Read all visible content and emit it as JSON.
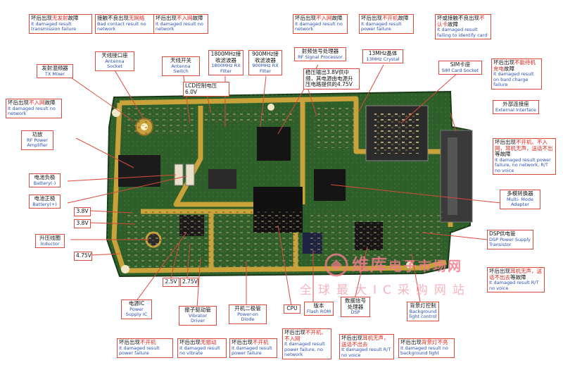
{
  "labels": {
    "tx_fail": {
      "pre": "坏后出现",
      "red": "无发射",
      "post": "故障",
      "en": "It damaged result transmission failure"
    },
    "contact_fail": {
      "pre": "接触不良出现",
      "red": "无网络",
      "post": "",
      "en": "Bad contact result no network"
    },
    "no_net_top1": {
      "pre": "坏后出现",
      "red": "不入网",
      "post": "故障",
      "en": "It damaged result no network"
    },
    "no_net_top2": {
      "pre": "坏后出现",
      "red": "不入网",
      "post": "故障",
      "en": "It damaged result no network"
    },
    "power_fail_top": {
      "pre": "坏后出现",
      "red": "不开机",
      "post": "故障",
      "en": "It damaged result power failure"
    },
    "card_fail": {
      "pre": "坏或接触不良出现",
      "red": "不认卡",
      "post": "故障",
      "en": "It damaged result failing to identify card"
    },
    "tx_mixer": {
      "zh": "发射混频器",
      "en": "TX Mixer"
    },
    "antenna_socket": {
      "zh": "天线接口座",
      "en": "Antenna Socket"
    },
    "antenna_switch": {
      "zh": "天线开关",
      "en": "Antenna Switch"
    },
    "filter_1800": {
      "zh": "1800MHz接收滤波器",
      "en": "1800MHz RX Filter"
    },
    "filter_900": {
      "zh": "900MHz接收滤波器",
      "en": "900MHz RX Filter"
    },
    "rf_processor": {
      "zh": "射频信号处理器",
      "en": "RF Signal Processor"
    },
    "crystal": {
      "zh": "13MHz晶体",
      "en": "13MHz Crystal"
    },
    "sim_socket": {
      "zh": "SIM卡座",
      "en": "SIM Card Socket"
    },
    "charge_fail": {
      "pre": "坏后出现",
      "red": "不能待机充电",
      "post": "故障",
      "en": "It damaged result on bard charge failure"
    },
    "lcd_voltage": {
      "zh": "LCD控制电压6.0V"
    },
    "boost_note": {
      "zh": "稳压输出3.8V供中频，其电源由电源升压电路提供的4.75V"
    },
    "no_net_left": {
      "pre": "坏后出现",
      "red": "不入网",
      "post": "故障",
      "en": "It damaged result no network"
    },
    "pa": {
      "zh": "功放",
      "en": "RF Power Amplifier"
    },
    "external_interface": {
      "zh": "外部连接座",
      "en": "External Interface"
    },
    "multi_fail": {
      "pre": "坏后出现",
      "red": "不开机、不入网，耳机无声，送话不出",
      "post": "等故障",
      "en": "It damaged result power failure, no network, R/T no voice"
    },
    "battery_neg": {
      "zh": "电池负极",
      "en": "Battery(-)"
    },
    "battery_pos": {
      "zh": "电池正极",
      "en": "Battery(+)"
    },
    "multi_mode_adapter": {
      "zh": "多模转换器",
      "en": "Multi- Mode Adapter"
    },
    "v38a": {
      "zh": "3.8V"
    },
    "v38b": {
      "zh": "3.8V"
    },
    "inductor": {
      "zh": "升压线圈",
      "en": "Inductor"
    },
    "v475": {
      "zh": "4.75V"
    },
    "dsp_transistor": {
      "zh": "DSP供电管",
      "en": "DSP Power Supply Transistor"
    },
    "rt_fail_right": {
      "pre": "坏后出现",
      "red": "耳机无声，送话不出去",
      "post": "等故障",
      "en": "It damaged result R/T no voice"
    },
    "v25": {
      "zh": "2.5V"
    },
    "v275": {
      "zh": "2.75V"
    },
    "power_ic": {
      "zh": "电源IC",
      "en": "Power Supply IC"
    },
    "vibrator_driver": {
      "zh": "振子驱动管",
      "en": "Vibrator Driver"
    },
    "poweron_diode": {
      "zh": "开机二极管",
      "en": "Power-on Diode"
    },
    "cpu": {
      "zh": "CPU"
    },
    "flash_rom": {
      "zh": "版本",
      "en": "Flash ROM"
    },
    "dsp": {
      "zh": "数据信号处理器",
      "en": "DSP"
    },
    "backlight": {
      "zh": "背景灯控制",
      "en": "Background light control"
    },
    "power_fail_b1": {
      "pre": "坏后出现",
      "red": "不开机",
      "post": "",
      "en": "It damaged result power failure"
    },
    "vibrate_fail": {
      "pre": "坏后出现",
      "red": "无振动",
      "post": "",
      "en": "It damaged result no vibrate"
    },
    "power_fail_b2": {
      "pre": "坏后出现",
      "red": "不开机",
      "post": "",
      "en": "It damaged result power failure"
    },
    "multi_fail_b": {
      "pre": "坏后出现",
      "red": "不开机、不入网",
      "post": "",
      "en": "It damaged result power failure, no network"
    },
    "rt_fail_b": {
      "pre": "坏后出现",
      "red": "耳机无声，送话不出去",
      "post": "",
      "en": "It damaged result R/T no voice"
    },
    "backlight_fail": {
      "pre": "坏后出现",
      "red": "背景灯不亮",
      "post": "",
      "en": "It damaged result no background light"
    }
  },
  "watermark": {
    "line1_cn": "维库",
    "line1_en": "电子市场网",
    "line2": "全球最大IC采购网站"
  },
  "colors": {
    "board_green": "#2e5e2a",
    "gold": "#c9a23a",
    "leader": "#d94a3a",
    "red_text": "#e0231b",
    "blue_text": "#2a4fb0"
  }
}
